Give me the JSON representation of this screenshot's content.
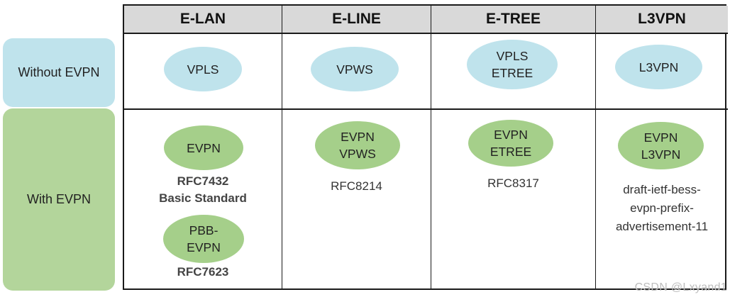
{
  "rows": {
    "without": "Without EVPN",
    "with": "With EVPN"
  },
  "columns": [
    "E-LAN",
    "E-LINE",
    "E-TREE",
    "L3VPN"
  ],
  "without_evpn": [
    {
      "lines": [
        "VPLS"
      ]
    },
    {
      "lines": [
        "VPWS"
      ]
    },
    {
      "lines": [
        "VPLS",
        "ETREE"
      ]
    },
    {
      "lines": [
        "L3VPN"
      ]
    }
  ],
  "with_evpn": {
    "elan": {
      "primary": {
        "lines": [
          "EVPN"
        ]
      },
      "primary_refs": [
        "RFC7432",
        "Basic Standard"
      ],
      "secondary": {
        "lines": [
          "PBB-",
          "EVPN"
        ]
      },
      "secondary_refs": [
        "RFC7623"
      ]
    },
    "eline": {
      "lines": [
        "EVPN",
        "VPWS"
      ],
      "refs": [
        "RFC8214"
      ]
    },
    "etree": {
      "lines": [
        "EVPN",
        "ETREE"
      ],
      "refs": [
        "RFC8317"
      ]
    },
    "l3vpn": {
      "lines": [
        "EVPN",
        "L3VPN"
      ],
      "refs": [
        "draft-ietf-bess-",
        "evpn-prefix-",
        "advertisement-11"
      ]
    }
  },
  "watermark": "CSDN @Lxyand1",
  "colors": {
    "without_fill": "#bfe3ec",
    "with_label_fill": "#b3d59b",
    "with_ellipse_fill": "#a5cf8a",
    "header_fill": "#d9d9d9"
  }
}
